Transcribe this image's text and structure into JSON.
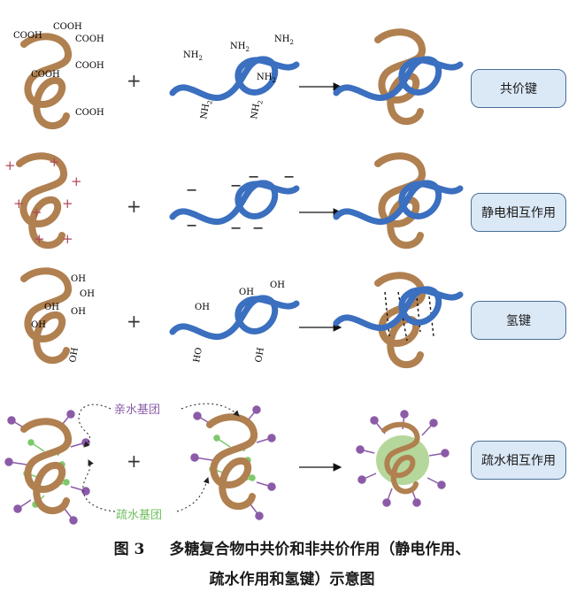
{
  "rows": [
    {
      "label": "共价键"
    },
    {
      "label": "静电相互作用"
    },
    {
      "label": "氢键"
    },
    {
      "label": "疏水相互作用"
    }
  ],
  "chem": {
    "cooh": "COOH",
    "nh2": "NH",
    "sub2": "2",
    "oh": "OH",
    "ho": "HO",
    "plus": "+",
    "minus": "−"
  },
  "hydrophilic_label": "亲水基团",
  "hydrophobic_label": "疏水基团",
  "colors": {
    "polysaccharide": "#b08050",
    "protein": "#3b6fbf",
    "hydrophilic": "#8b5ba8",
    "hydrophobic": "#7cc96a",
    "core": "#a8d08a",
    "plus_sign": "#b0485a"
  },
  "caption": {
    "figure_num": "图 3",
    "line1": "多糖复合物中共价和非共价作用（静电作用、",
    "line2": "疏水作用和氢键）示意图"
  }
}
